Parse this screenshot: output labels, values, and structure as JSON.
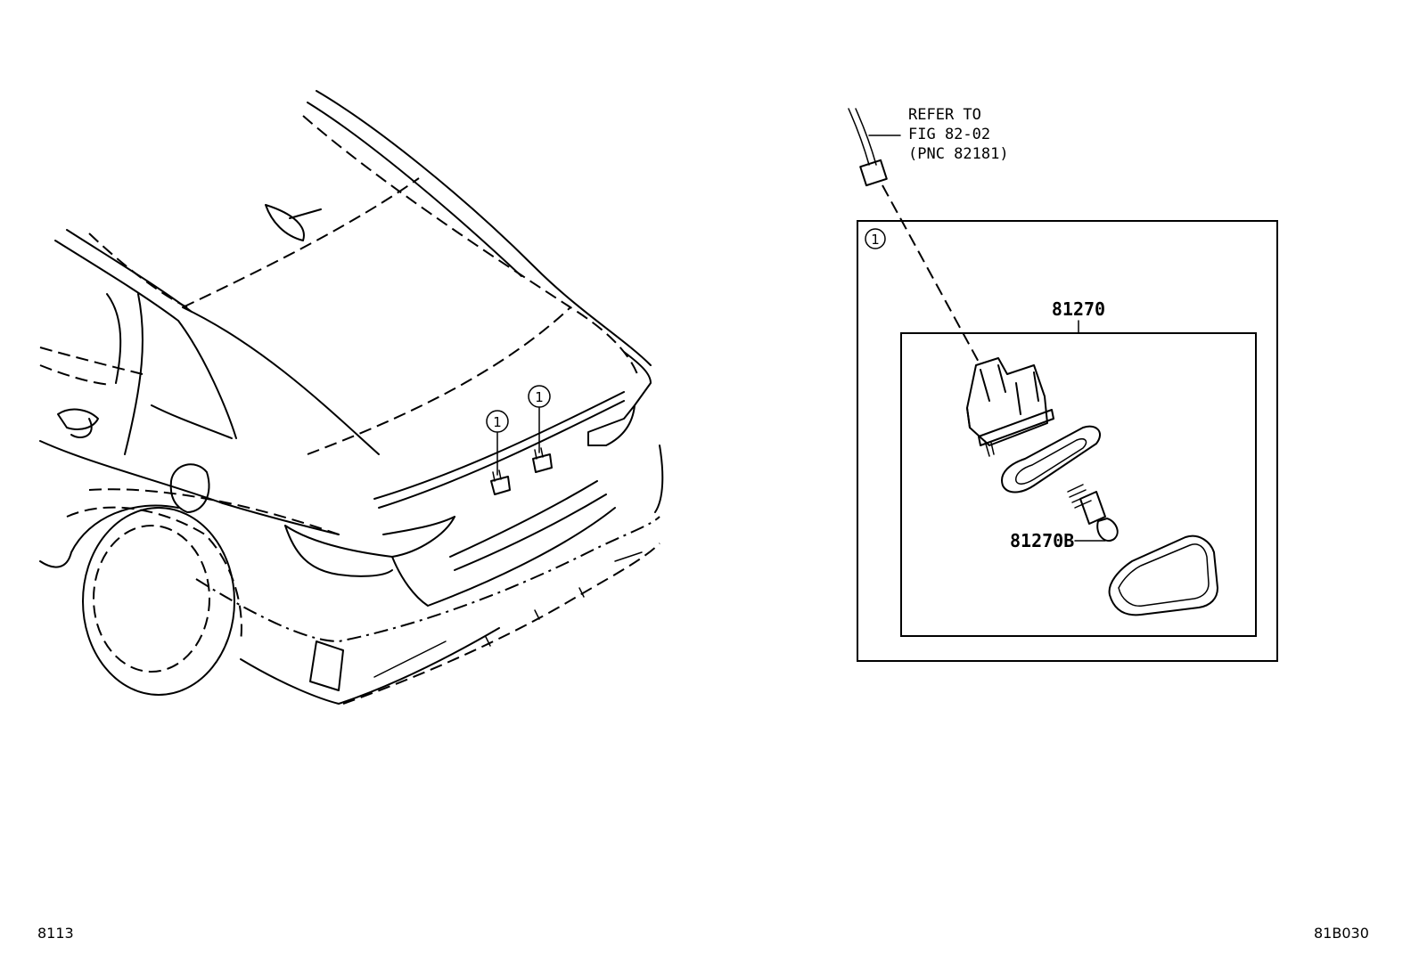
{
  "reference_note": {
    "line1": "REFER TO",
    "line2": "FIG 82-02",
    "line3": "(PNC 82181)"
  },
  "callout_marker": "1",
  "parts": {
    "assembly": "81270",
    "bulb": "81270B"
  },
  "footer": {
    "left_code": "8113",
    "right_code": "81B030"
  }
}
